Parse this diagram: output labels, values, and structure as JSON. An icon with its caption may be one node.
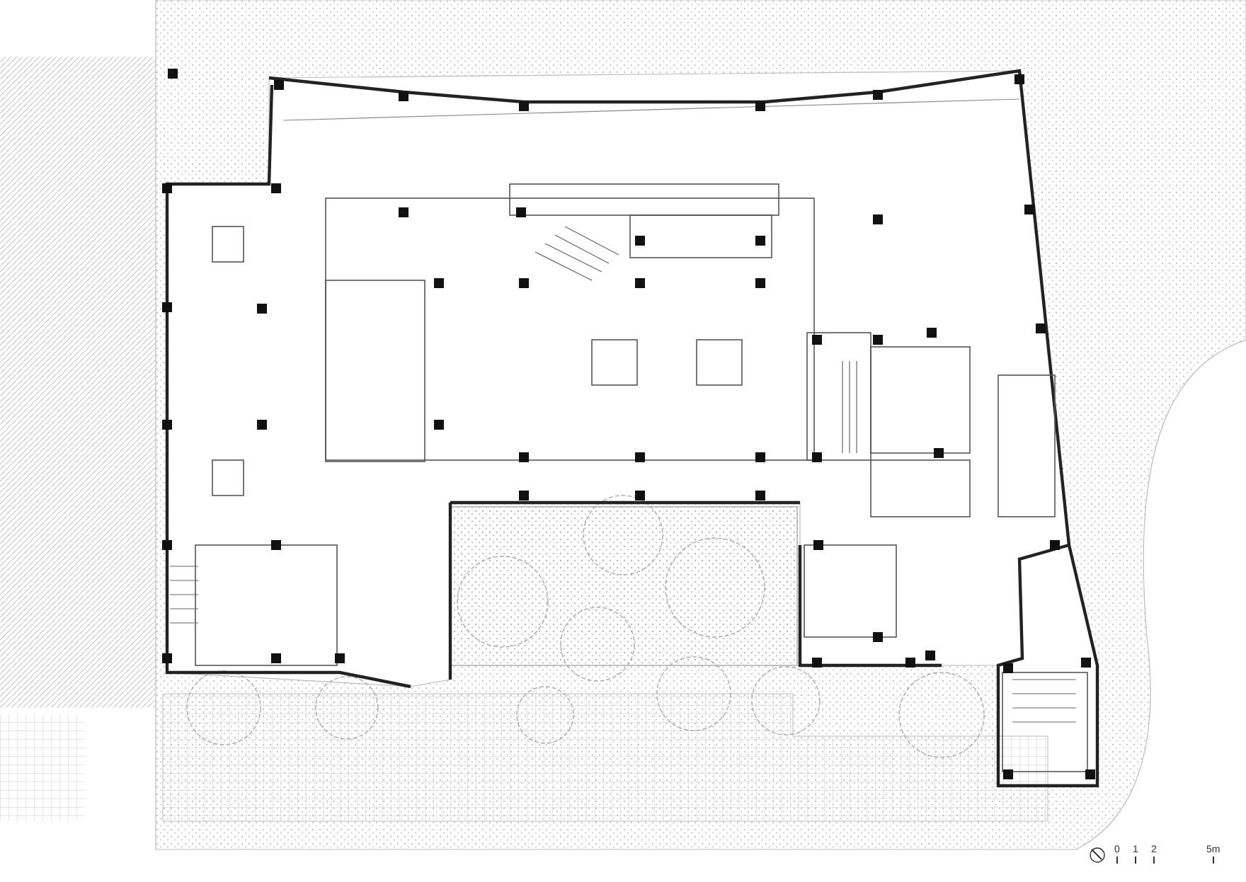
{
  "diagram": {
    "labels": [
      "0",
      "1",
      "2",
      "5m"
    ]
  }
}
